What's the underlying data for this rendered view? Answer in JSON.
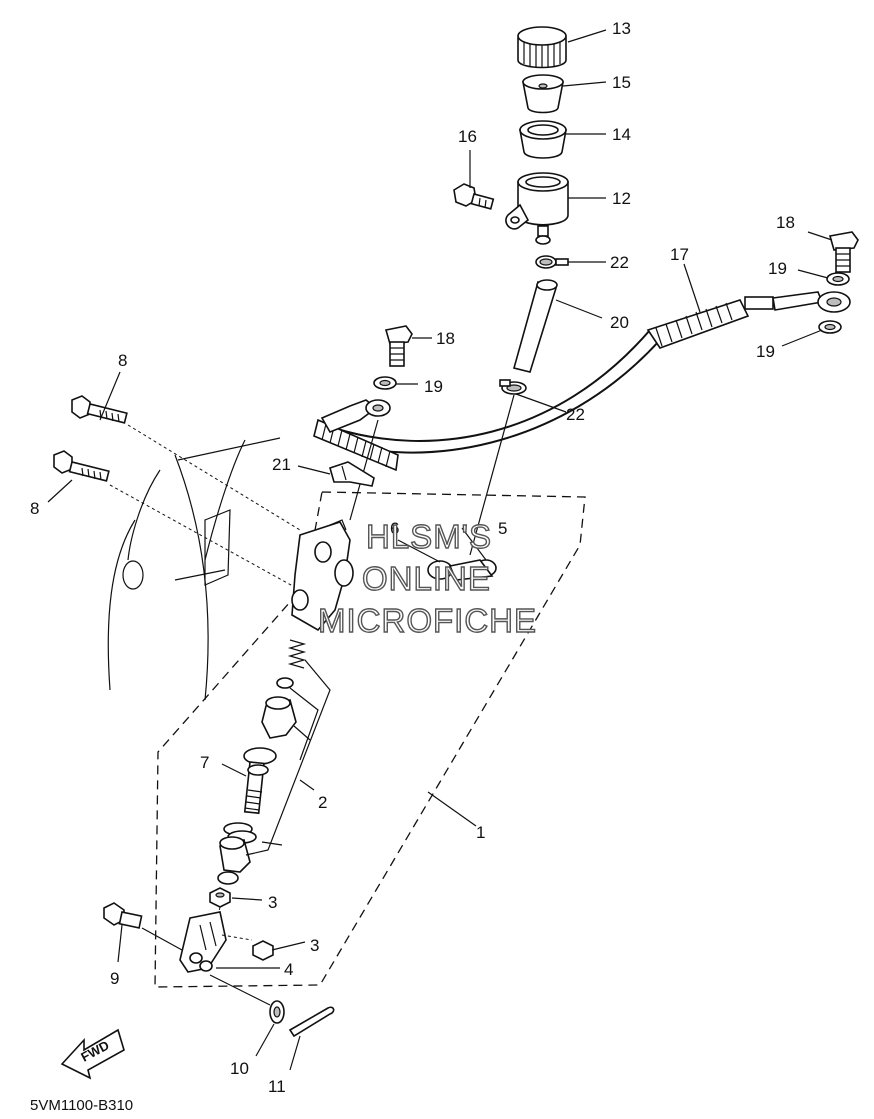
{
  "diagram_code": "5VM1100-B310",
  "watermark": {
    "line1": "HLSM'S",
    "line2": "ONLINE",
    "line3": "MICROFICHE"
  },
  "fwd_label": "FWD",
  "callouts": {
    "c1": "1",
    "c2": "2",
    "c3a": "3",
    "c3b": "3",
    "c4": "4",
    "c5": "5",
    "c6": "6",
    "c7": "7",
    "c8a": "8",
    "c8b": "8",
    "c9": "9",
    "c10": "10",
    "c11": "11",
    "c12": "12",
    "c13": "13",
    "c14": "14",
    "c15": "15",
    "c16": "16",
    "c17": "17",
    "c18a": "18",
    "c18b": "18",
    "c19a": "19",
    "c19b": "19",
    "c19c": "19",
    "c20": "20",
    "c21": "21",
    "c22a": "22",
    "c22b": "22"
  }
}
